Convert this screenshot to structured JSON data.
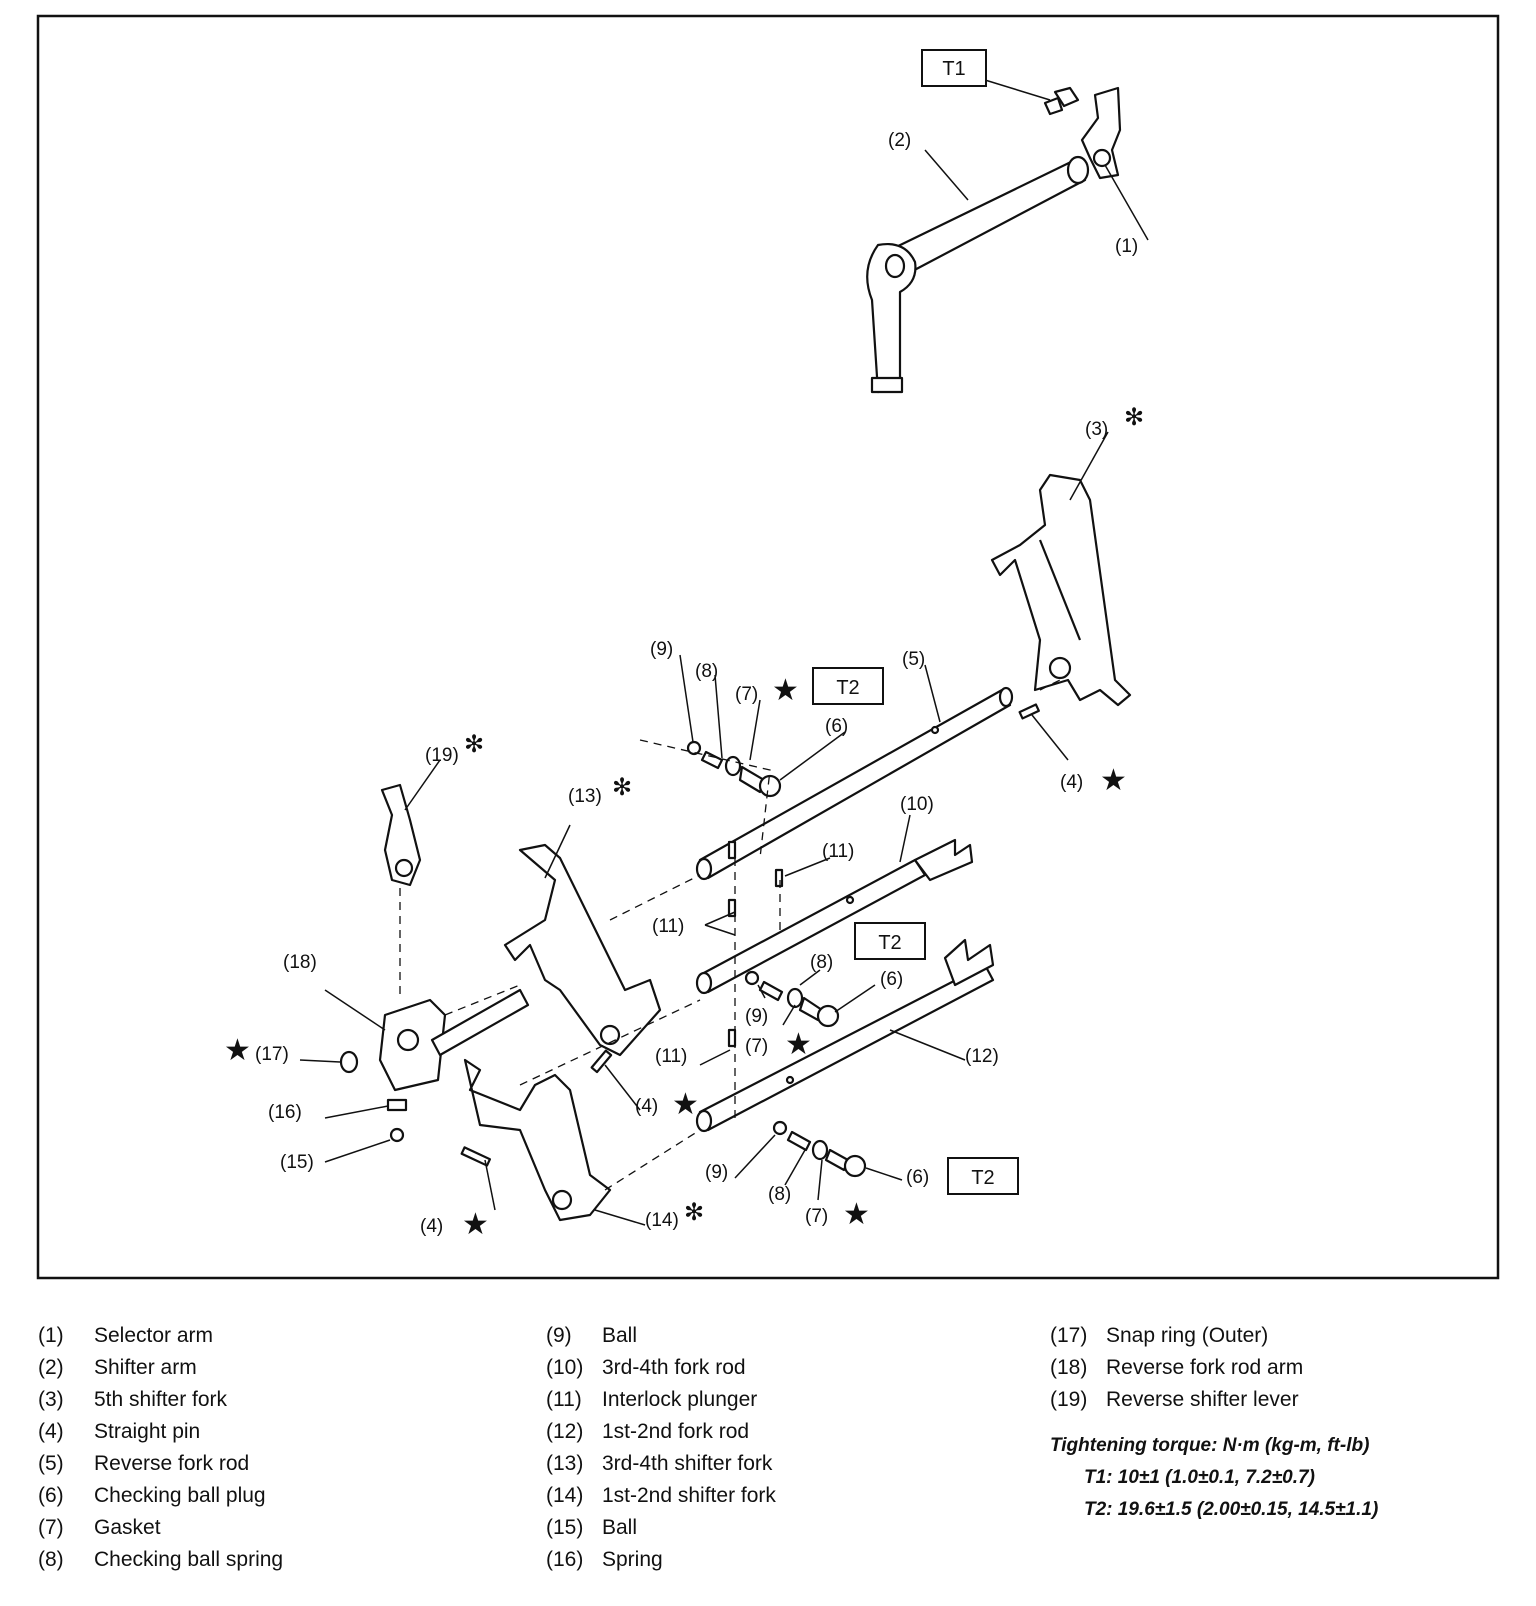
{
  "diagram": {
    "torque_boxes": {
      "t1": "T1",
      "t2": "T2"
    },
    "callouts": {
      "c1": "(1)",
      "c2": "(2)",
      "c3": "(3)",
      "c4a": "(4)",
      "c4b": "(4)",
      "c4c": "(4)",
      "c5": "(5)",
      "c6a": "(6)",
      "c6b": "(6)",
      "c6c": "(6)",
      "c7a": "(7)",
      "c7b": "(7)",
      "c7c": "(7)",
      "c8a": "(8)",
      "c8b": "(8)",
      "c8c": "(8)",
      "c9a": "(9)",
      "c9b": "(9)",
      "c9c": "(9)",
      "c10": "(10)",
      "c11a": "(11)",
      "c11b": "(11)",
      "c11c": "(11)",
      "c12": "(12)",
      "c13": "(13)",
      "c14": "(14)",
      "c15": "(15)",
      "c16": "(16)",
      "c17": "(17)",
      "c18": "(18)",
      "c19": "(19)"
    },
    "star": "★",
    "asterisk": "✻"
  },
  "legend": {
    "col1": [
      {
        "num": "(1)",
        "name": "Selector arm"
      },
      {
        "num": "(2)",
        "name": "Shifter arm"
      },
      {
        "num": "(3)",
        "name": "5th shifter fork"
      },
      {
        "num": "(4)",
        "name": "Straight pin"
      },
      {
        "num": "(5)",
        "name": "Reverse fork rod"
      },
      {
        "num": "(6)",
        "name": "Checking ball plug"
      },
      {
        "num": "(7)",
        "name": "Gasket"
      },
      {
        "num": "(8)",
        "name": "Checking ball spring"
      }
    ],
    "col2": [
      {
        "num": "(9)",
        "name": "Ball"
      },
      {
        "num": "(10)",
        "name": "3rd-4th fork rod"
      },
      {
        "num": "(11)",
        "name": "Interlock plunger"
      },
      {
        "num": "(12)",
        "name": "1st-2nd fork rod"
      },
      {
        "num": "(13)",
        "name": "3rd-4th shifter fork"
      },
      {
        "num": "(14)",
        "name": "1st-2nd shifter fork"
      },
      {
        "num": "(15)",
        "name": "Ball"
      },
      {
        "num": "(16)",
        "name": "Spring"
      }
    ],
    "col3": [
      {
        "num": "(17)",
        "name": "Snap ring (Outer)"
      },
      {
        "num": "(18)",
        "name": "Reverse fork rod arm"
      },
      {
        "num": "(19)",
        "name": "Reverse shifter lever"
      }
    ],
    "torque": {
      "title": "Tightening torque: N·m (kg-m, ft-lb)",
      "t1": "T1: 10±1 (1.0±0.1, 7.2±0.7)",
      "t2": "T2: 19.6±1.5 (2.00±0.15, 14.5±1.1)"
    }
  }
}
